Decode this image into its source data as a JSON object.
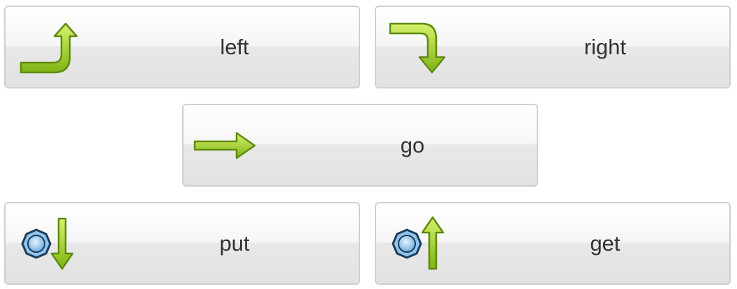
{
  "buttons": {
    "left": {
      "label": "left",
      "icon": "turn-left-arrow-icon"
    },
    "right": {
      "label": "right",
      "icon": "turn-right-arrow-icon"
    },
    "go": {
      "label": "go",
      "icon": "forward-arrow-icon"
    },
    "put": {
      "label": "put",
      "icon": "gem-down-arrow-icon"
    },
    "get": {
      "label": "get",
      "icon": "gem-up-arrow-icon"
    }
  },
  "colors": {
    "arrow_green": "#9ccc1a",
    "arrow_outline": "#5e8a10",
    "gem_blue": "#8ec5f0",
    "gem_outline": "#1f3b56",
    "button_border": "#cfcfcf",
    "label_text": "#333333"
  }
}
